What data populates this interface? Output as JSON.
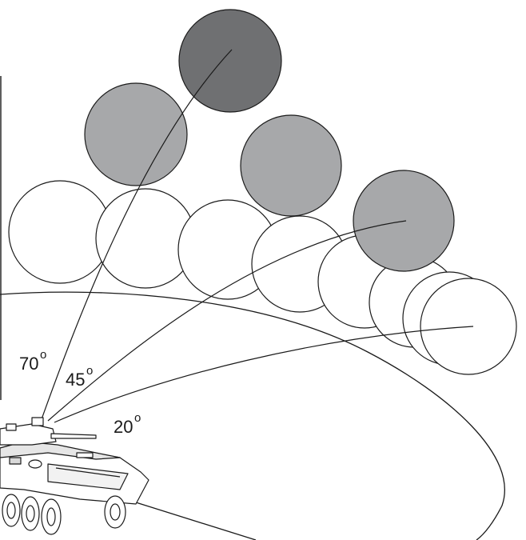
{
  "diagram": {
    "angle_labels": [
      {
        "value": "70",
        "unit": "o"
      },
      {
        "value": "45",
        "unit": "o"
      },
      {
        "value": "20",
        "unit": "o"
      }
    ],
    "colors": {
      "line": "#1a1a1a",
      "sphere_empty": "#ffffff",
      "sphere_light": "#a7a8aa",
      "sphere_dark": "#6f7072",
      "vehicle_fill": "#ffffff",
      "vehicle_detail": "#d9d9d9"
    }
  }
}
